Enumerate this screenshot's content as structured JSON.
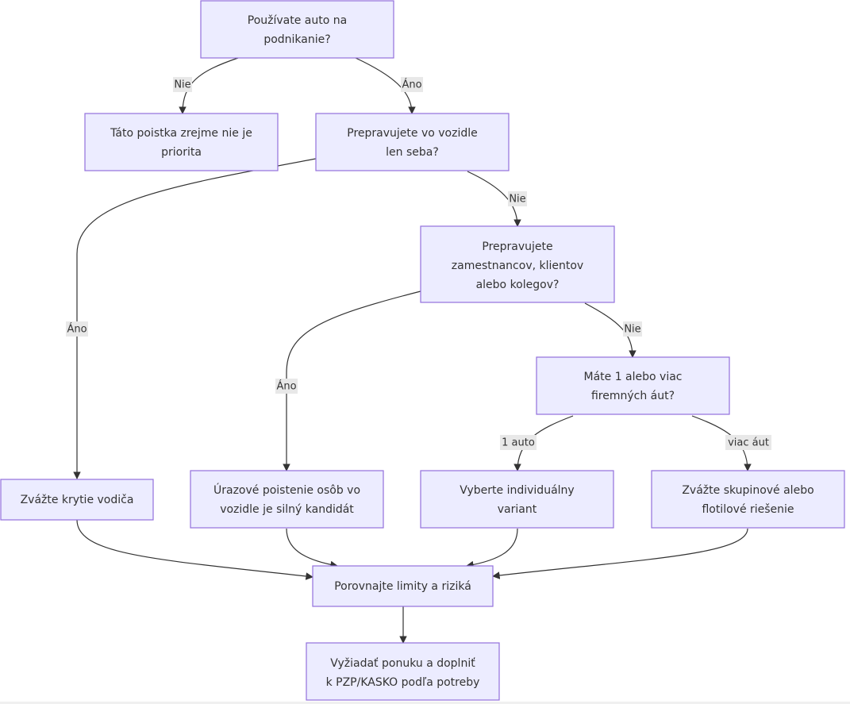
{
  "nodes": {
    "q_business": [
      "Používate auto na",
      "podnikanie?"
    ],
    "not_priority": [
      "Táto poistka zrejme nie je",
      "priorita"
    ],
    "q_only_self": [
      "Prepravujete vo vozidle",
      "len seba?"
    ],
    "q_passengers": [
      "Prepravujete",
      "zamestnancov, klientov",
      "alebo kolegov?"
    ],
    "driver_cover": [
      "Zvážte krytie vodiča"
    ],
    "accident_ins": [
      "Úrazové poistenie osôb vo",
      "vozidle je silný kandidát"
    ],
    "q_fleet_size": [
      "Máte 1 alebo viac",
      "firemných áut?"
    ],
    "individual": [
      "Vyberte individuálny",
      "variant"
    ],
    "group_fleet": [
      "Zvážte skupinové alebo",
      "flotilové riešenie"
    ],
    "compare": [
      "Porovnajte limity a riziká"
    ],
    "request_offer": [
      "Vyžiadať ponuku a doplniť",
      "k PZP/KASKO podľa potreby"
    ]
  },
  "edge_labels": {
    "business_no": "Nie",
    "business_yes": "Áno",
    "self_yes": "Áno",
    "self_no": "Nie",
    "passengers_yes": "Áno",
    "passengers_no": "Nie",
    "one_car": "1 auto",
    "more_cars": "viac áut"
  }
}
